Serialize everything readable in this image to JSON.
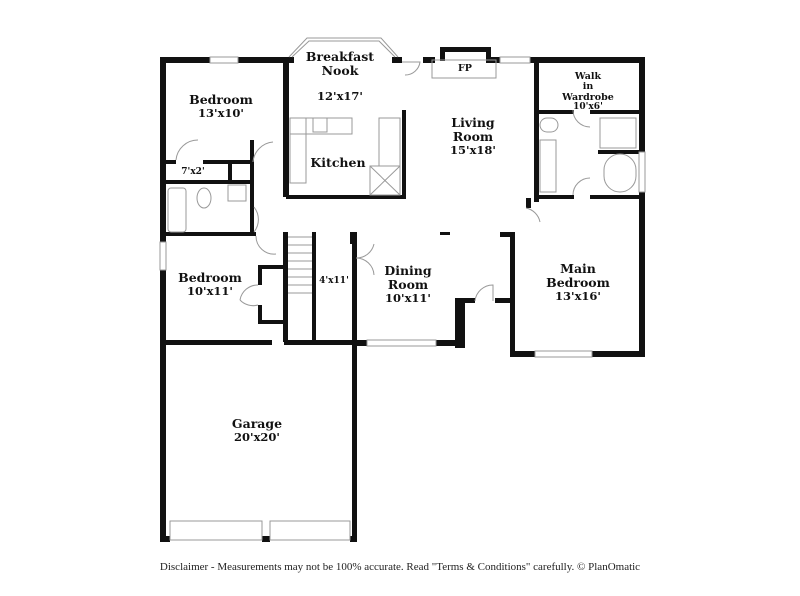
{
  "floorplan": {
    "rooms": [
      {
        "id": "bedroom-1",
        "name": "Bedroom",
        "dims": "13'x10'"
      },
      {
        "id": "breakfast-nook",
        "name": "Breakfast Nook",
        "name_line1": "Breakfast",
        "name_line2": "Nook",
        "dims": "12'x17'"
      },
      {
        "id": "kitchen",
        "name": "Kitchen",
        "dims": ""
      },
      {
        "id": "living-room",
        "name": "Living Room",
        "name_line1": "Living",
        "name_line2": "Room",
        "dims": "15'x18'"
      },
      {
        "id": "walk-in-wardrobe",
        "name": "Walk in Wardrobe",
        "name_line1": "Walk",
        "name_line2": "in",
        "name_line3": "Wardrobe",
        "dims": "10'x6'"
      },
      {
        "id": "closet-hall",
        "name": "",
        "dims": "7'x2'"
      },
      {
        "id": "bedroom-2",
        "name": "Bedroom",
        "dims": "10'x11'"
      },
      {
        "id": "storage",
        "name": "",
        "dims": "4'x11'"
      },
      {
        "id": "dining-room",
        "name": "Dining Room",
        "name_line1": "Dining",
        "name_line2": "Room",
        "dims": "10'x11'"
      },
      {
        "id": "main-bedroom",
        "name": "Main Bedroom",
        "name_line1": "Main",
        "name_line2": "Bedroom",
        "dims": "13'x16'"
      },
      {
        "id": "garage",
        "name": "Garage",
        "dims": "20'x20'"
      }
    ],
    "fireplace_label": "FP"
  },
  "footer": {
    "disclaimer": "Disclaimer - Measurements may not be 100% accurate. Read \"Terms & Conditions\" carefully. © PlanOmatic"
  }
}
